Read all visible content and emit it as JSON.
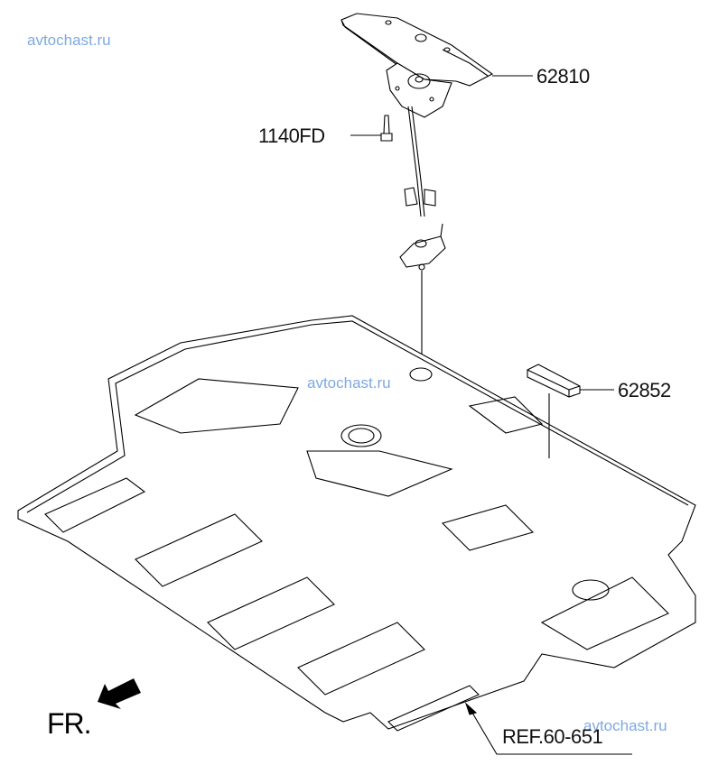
{
  "watermarks": [
    "avtochast.ru",
    "avtochast.ru",
    "avtochast.ru"
  ],
  "part_labels": {
    "bracket": "62810",
    "bolt": "1140FD",
    "pad": "62852"
  },
  "reference": "REF.60-651",
  "direction_label": "FR."
}
